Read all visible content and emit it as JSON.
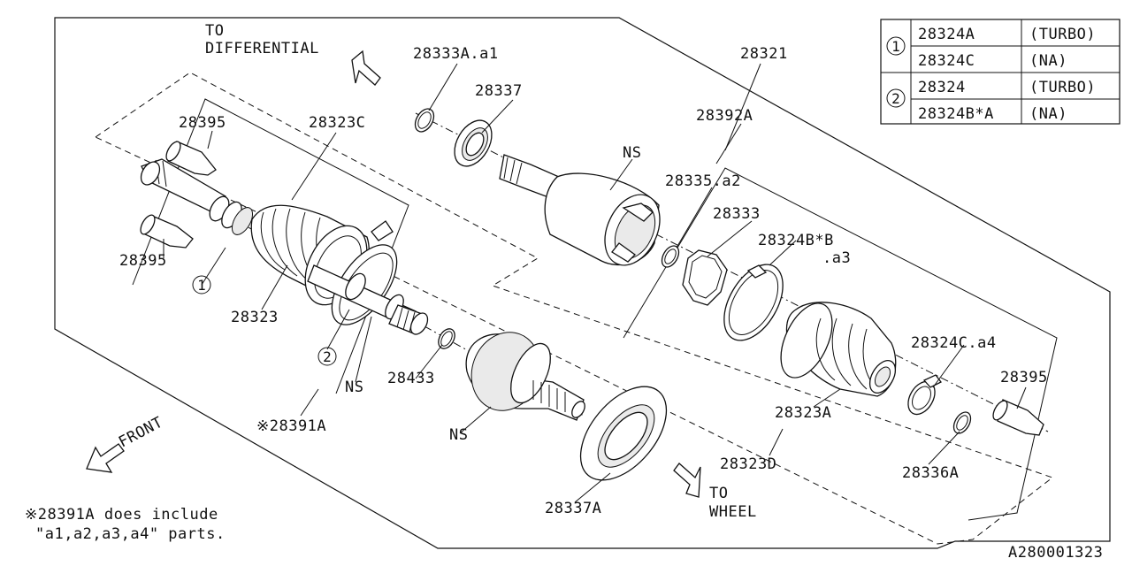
{
  "labels": {
    "to_differential_1": "TO",
    "to_differential_2": "DIFFERENTIAL",
    "to_wheel_1": "TO",
    "to_wheel_2": "WHEEL",
    "front": "FRONT",
    "p28333A_a1": "28333A.a1",
    "p28337": "28337",
    "p28321": "28321",
    "p28392A": "28392A",
    "p28395_top": "28395",
    "p28323C": "28323C",
    "p28395_left": "28395",
    "p28323": "28323",
    "p28335_a2": "28335.a2",
    "p28333": "28333",
    "p28324BB_1": "28324B*B",
    "p28324BB_2": ".a3",
    "ns_1": "NS",
    "ns_2": "NS",
    "ns_3": "NS",
    "p28433": "28433",
    "p28391A": "※28391A",
    "p28324C_a4": "28324C.a4",
    "p28395_right": "28395",
    "p28323A": "28323A",
    "p28323D": "28323D",
    "p28336A": "28336A",
    "p28337A": "28337A",
    "circle_1": "1",
    "circle_2": "2"
  },
  "note": {
    "line1": "※28391A does include",
    "line2": "\"a1,a2,a3,a4\" parts."
  },
  "ref_code": "A280001323",
  "legend": {
    "rows": [
      {
        "group": "1",
        "part": "28324A",
        "spec": "(TURBO)"
      },
      {
        "group": "",
        "part": "28324C",
        "spec": "(NA)"
      },
      {
        "group": "2",
        "part": "28324",
        "spec": "(TURBO)"
      },
      {
        "group": "",
        "part": "28324B*A",
        "spec": "(NA)"
      }
    ]
  }
}
